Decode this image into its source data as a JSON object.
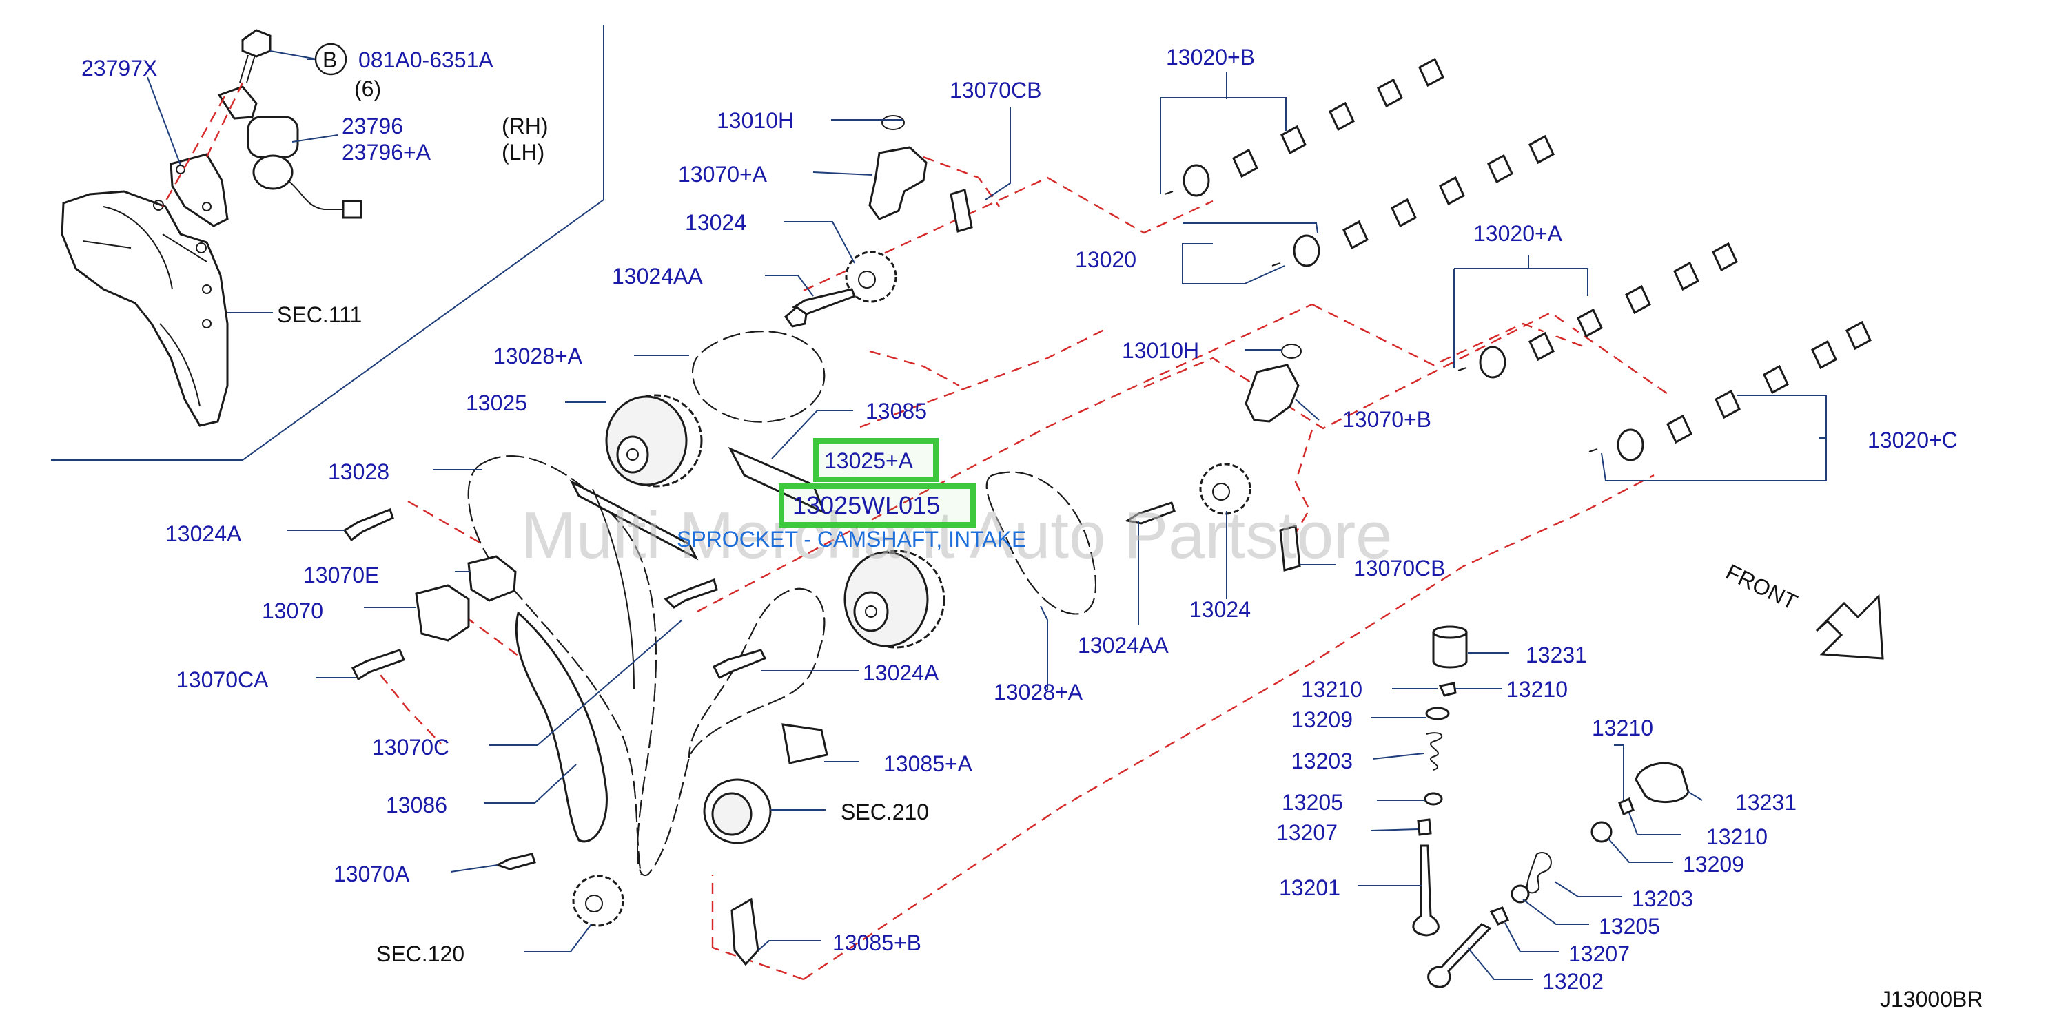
{
  "watermark": "Multi Merchant Auto Partstore",
  "diagram_code": "J13000BR",
  "front_label": "FRONT",
  "selection": {
    "highlight_1": "13025+A",
    "highlight_2": "13025WL015",
    "description": "SPROCKET - CAMSHAFT, INTAKE"
  },
  "inset": {
    "bolt_circle": "B",
    "bolt_number": "081A0-6351A",
    "bolt_qty": "(6)",
    "rh": "(RH)",
    "lh": "(LH)",
    "section": "SEC.111"
  },
  "sections": {
    "sec210": "SEC.210",
    "sec120": "SEC.120"
  },
  "labels": {
    "p23797x": "23797X",
    "p23796": "23796",
    "p23796a": "23796+A",
    "p13010h_1": "13010H",
    "p13070cb_1": "13070CB",
    "p13070a_plus": "13070+A",
    "p13024_1": "13024",
    "p13024aa_1": "13024AA",
    "p13028a_1": "13028+A",
    "p13025": "13025",
    "p13085": "13085",
    "p13028": "13028",
    "p13024a_1": "13024A",
    "p13070e": "13070E",
    "p13070": "13070",
    "p13070ca": "13070CA",
    "p13070c": "13070C",
    "p13086": "13086",
    "p13070a": "13070A",
    "p13024a_2": "13024A",
    "p13085a": "13085+A",
    "p13085b": "13085+B",
    "p13028a_2": "13028+A",
    "p13024aa_2": "13024AA",
    "p13024_2": "13024",
    "p13070cb_2": "13070CB",
    "p13010h_2": "13010H",
    "p13070b": "13070+B",
    "p13020b": "13020+B",
    "p13020": "13020",
    "p13020a": "13020+A",
    "p13020c": "13020+C",
    "p13231_1": "13231",
    "p13210_1": "13210",
    "p13210_2": "13210",
    "p13209_1": "13209",
    "p13203_1": "13203",
    "p13205_1": "13205",
    "p13207_1": "13207",
    "p13201": "13201",
    "p13210_3": "13210",
    "p13231_2": "13231",
    "p13210_4": "13210",
    "p13209_2": "13209",
    "p13203_2": "13203",
    "p13205_2": "13205",
    "p13207_2": "13207",
    "p13202": "13202"
  }
}
